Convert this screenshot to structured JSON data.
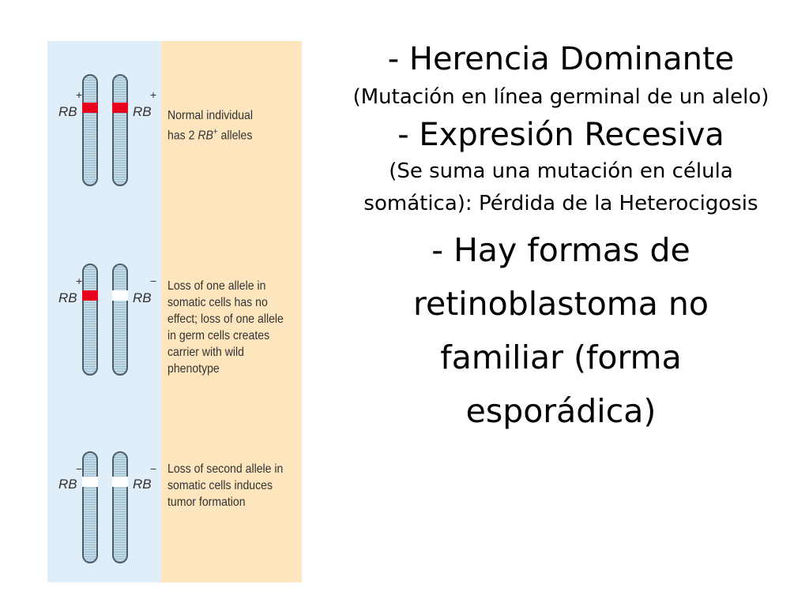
{
  "slide": {
    "heading1": "- Herencia Dominante",
    "sub1": "(Mutación en línea germinal de un alelo)",
    "heading2": "- Expresión Recesiva",
    "sub2": "(Se suma una mutación en célula somática): Pérdida de la Heterocigosis",
    "heading3": "- Hay formas de retinoblastoma no familiar (forma esporádica)"
  },
  "figure": {
    "gene_label": "RB",
    "colors": {
      "left_panel": "#e0eef9",
      "right_panel": "#fde5be",
      "normal_allele": "#e8001c",
      "lost_allele": "#ffffff"
    },
    "rows": [
      {
        "left_sign": "+",
        "right_sign": "+",
        "desc_line1": "Normal individual",
        "desc_pre": "has 2 ",
        "desc_gene": "RB",
        "desc_sup": "+",
        "desc_post": " alleles"
      },
      {
        "left_sign": "+",
        "right_sign": "−",
        "desc": "Loss of one allele in somatic cells has no effect; loss of one allele in germ cells creates carrier with wild phenotype"
      },
      {
        "left_sign": "−",
        "right_sign": "−",
        "desc": "Loss of second allele in somatic cells induces tumor formation"
      }
    ]
  }
}
